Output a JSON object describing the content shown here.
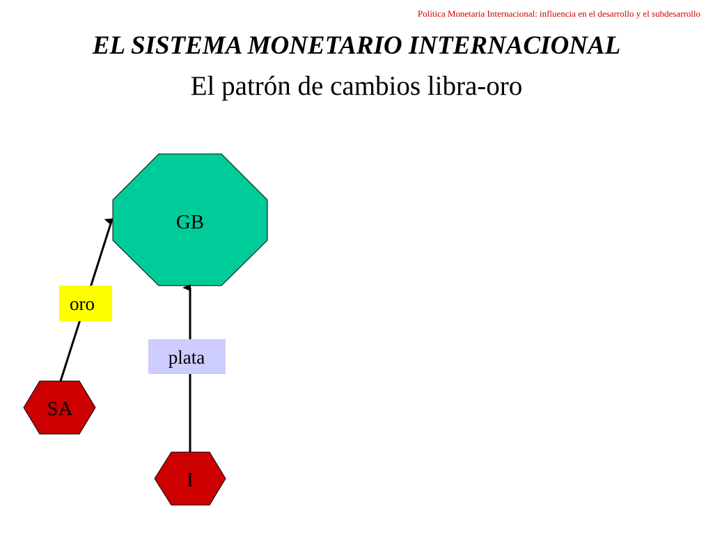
{
  "header_note": "Política Monetaria Internacional: influencia en el desarrollo y el subdesarrollo",
  "title": "EL SISTEMA MONETARIO INTERNACIONAL",
  "subtitle": "El patrón de cambios libra-oro",
  "colors": {
    "gb_fill": "#00cc99",
    "country_fill": "#cc0000",
    "oro_label_bg": "#ffff00",
    "plata_label_bg": "#ccccff",
    "header_note": "#cc0000"
  },
  "nodes": {
    "gb": {
      "label": "GB",
      "shape": "octagon"
    },
    "sa": {
      "label": "SA",
      "shape": "hexagon"
    },
    "i": {
      "label": "I",
      "shape": "hexagon"
    }
  },
  "flows": [
    {
      "from": "SA",
      "to": "GB",
      "label": "oro"
    },
    {
      "from": "I",
      "to": "GB",
      "label": "plata"
    }
  ]
}
